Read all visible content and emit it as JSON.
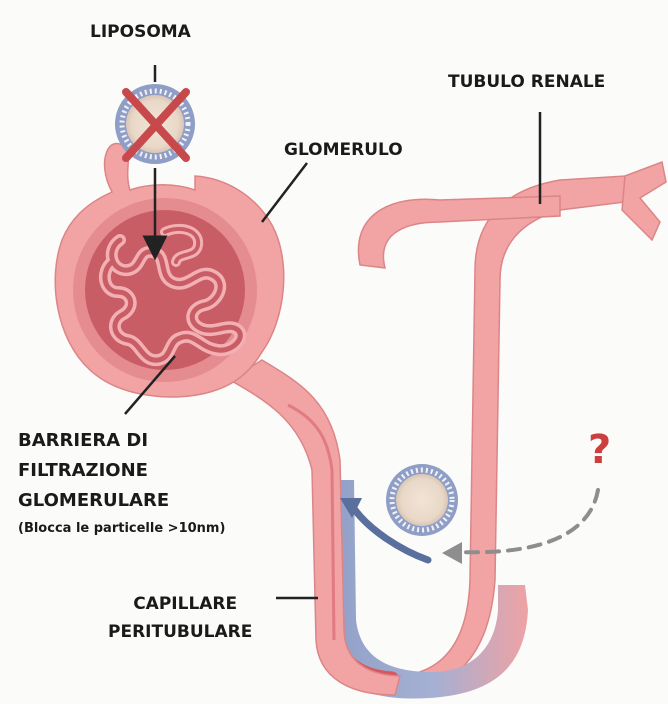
{
  "labels": {
    "liposome": "LIPOSOMA",
    "renal_tubule": "TUBULO RENALE",
    "glomerulus": "GLOMERULO",
    "barrier_line1": "BARRIERA DI",
    "barrier_line2": "FILTRAZIONE",
    "barrier_line3": "GLOMERULARE",
    "barrier_note": "(Blocca le particelle >10nm)",
    "capillary_line1": "CAPILLARE",
    "capillary_line2": "PERITUBULARE",
    "question_mark": "?"
  },
  "colors": {
    "tubule_fill": "#f2a3a4",
    "tubule_dark": "#cf6f74",
    "glomerulus_inner": "#c85d66",
    "capillary_blue": "#8f9ec7",
    "capillary_red": "#d7575c",
    "cross_red": "#c8494c",
    "arrow_blue": "#5a6f9e",
    "question_red": "#cc3f3f",
    "dashed_grey": "#8e8e8e"
  },
  "icons": [
    "blocked-liposome-icon",
    "liposome-icon",
    "question-mark-icon",
    "reabsorption-arrow-icon"
  ]
}
